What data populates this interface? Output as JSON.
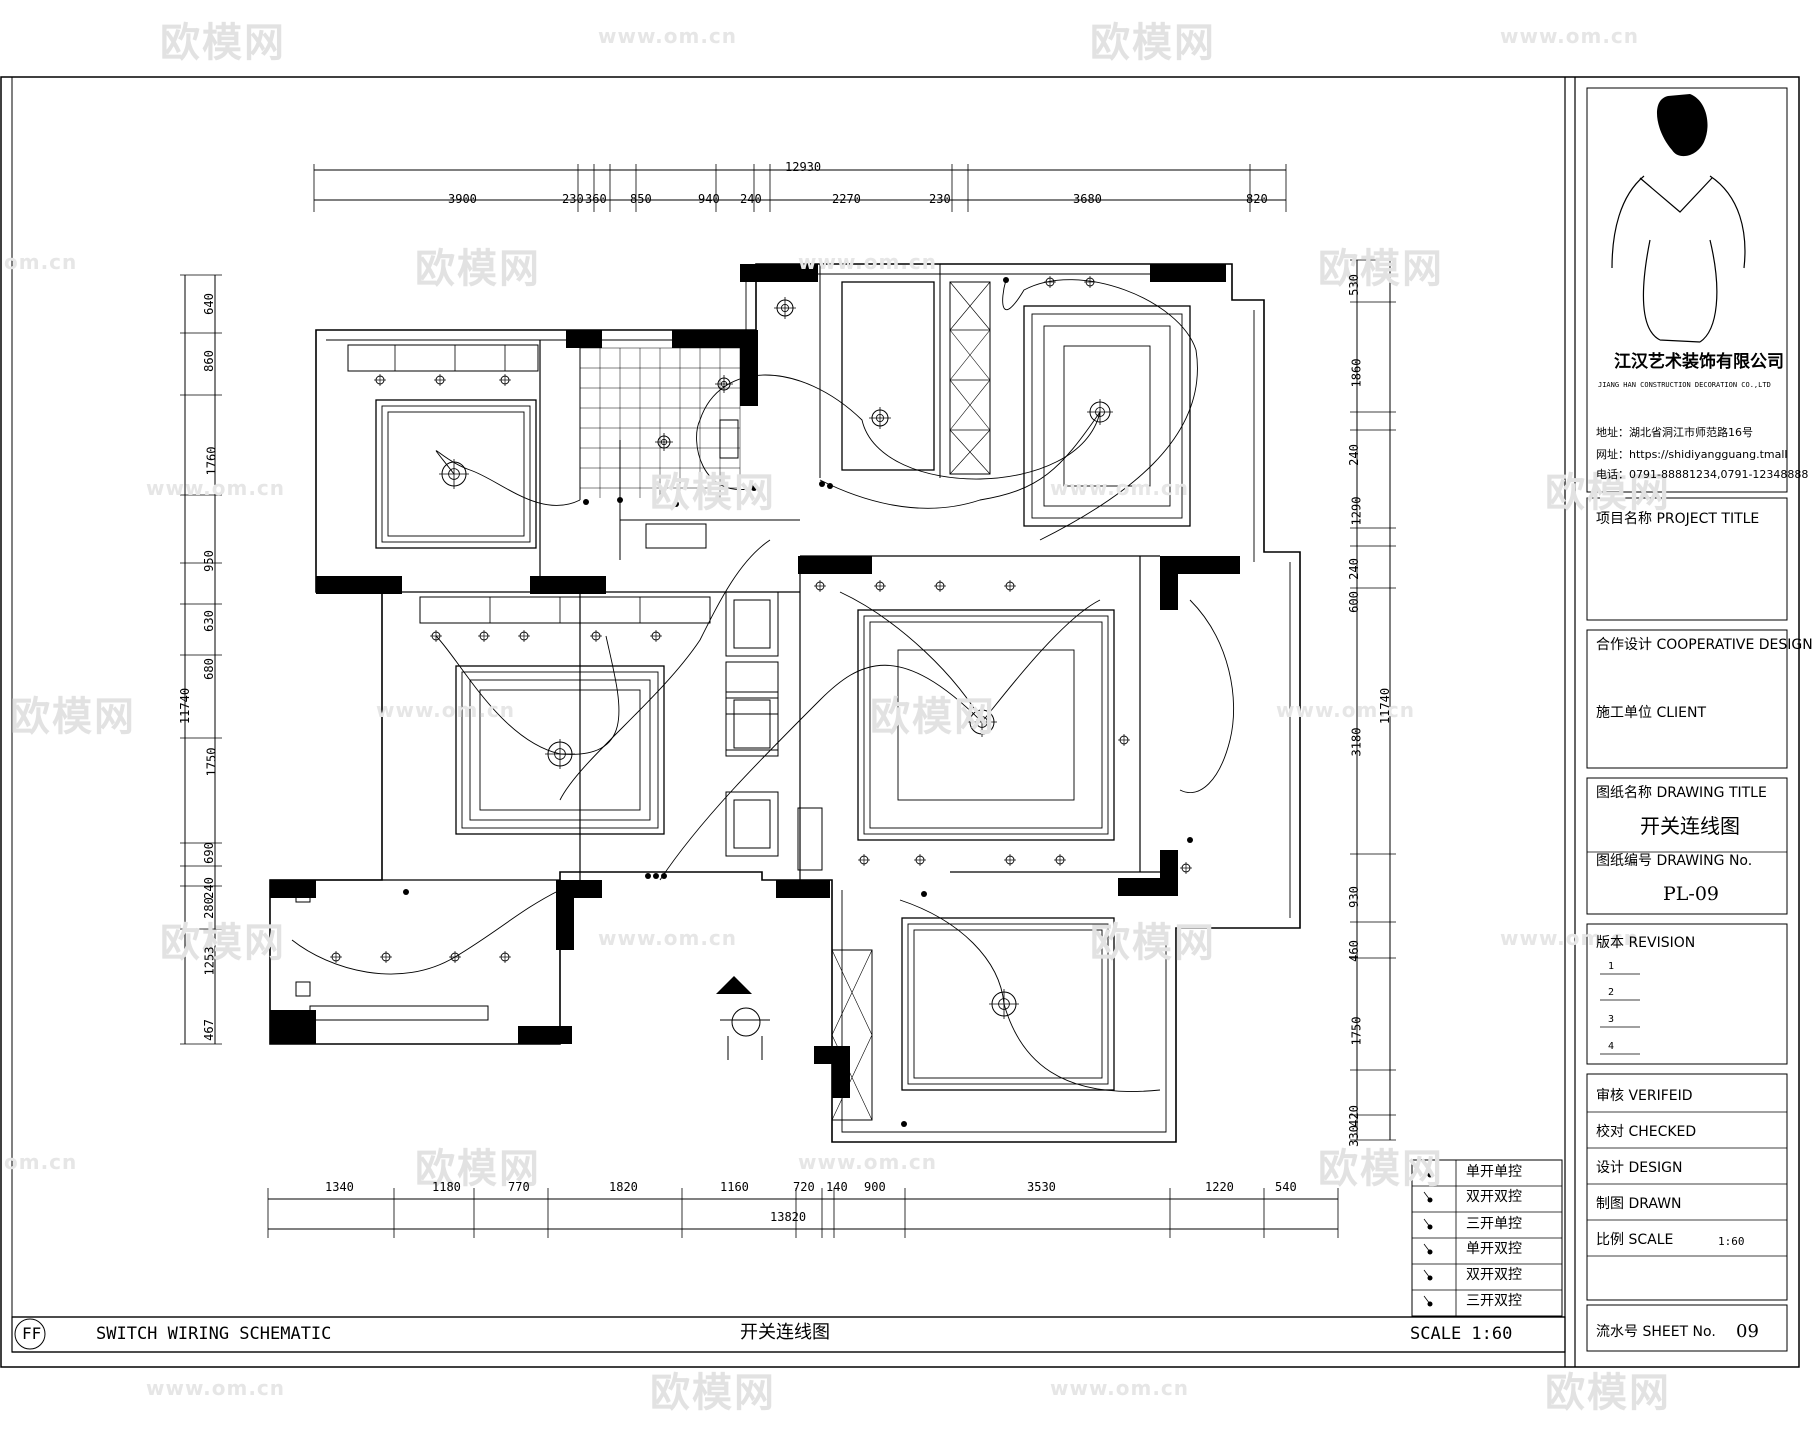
{
  "watermark": {
    "brand": "欧模网",
    "url": "www.om.cn",
    "url_short": "om.cn"
  },
  "dimensions": {
    "top_total": "12930",
    "top": [
      "3900",
      "230",
      "360",
      "850",
      "940",
      "240",
      "2270",
      "230",
      "3680",
      "820"
    ],
    "bottom_total": "13820",
    "bottom": [
      "1340",
      "1180",
      "770",
      "1820",
      "1160",
      "720",
      "140",
      "900",
      "3530",
      "1220",
      "540"
    ],
    "left_total": "11740",
    "left": [
      "640",
      "860",
      "1760",
      "950",
      "630",
      "680",
      "1750",
      "690",
      "240",
      "280",
      "1253",
      "467"
    ],
    "right_total": "11740",
    "right": [
      "530",
      "1860",
      "240",
      "1290",
      "240",
      "600",
      "3180",
      "930",
      "460",
      "1750",
      "420",
      "330"
    ]
  },
  "legend": [
    "单开单控",
    "双开双控",
    "三开单控",
    "单开双控",
    "双开双控",
    "三开双控"
  ],
  "footer": {
    "code": "FF",
    "title_en": "SWITCH WIRING SCHEMATIC",
    "title_cn": "开关连线图",
    "scale": "SCALE 1:60"
  },
  "title_block": {
    "company": "江汉艺术装饰有限公司",
    "company_en": "JIANG HAN CONSTRUCTION DECORATION CO.,LTD",
    "address": "地址：湖北省洞江市师范路16号",
    "website": "网址：https://shidiyangguang.tmall",
    "phone": "电话：0791-88881234,0791-12348888",
    "project_title": "项目名称 PROJECT TITLE",
    "cooperative": "合作设计 COOPERATIVE DESIGN",
    "client": "施工单位 CLIENT",
    "drawing_title_label": "图纸名称 DRAWING TITLE",
    "drawing_title": "开关连线图",
    "drawing_no_label": "图纸编号 DRAWING No.",
    "drawing_no": "PL-09",
    "revision": "版本 REVISION",
    "revisions": [
      "1",
      "2",
      "3",
      "4"
    ],
    "verified": "审核 VERIFEID",
    "checked": "校对 CHECKED",
    "design": "设计 DESIGN",
    "drawn": "制图 DRAWN",
    "scale_label": "比例 SCALE",
    "scale_value": "1:60",
    "sheet_label": "流水号 SHEET No.",
    "sheet_no": "09"
  }
}
